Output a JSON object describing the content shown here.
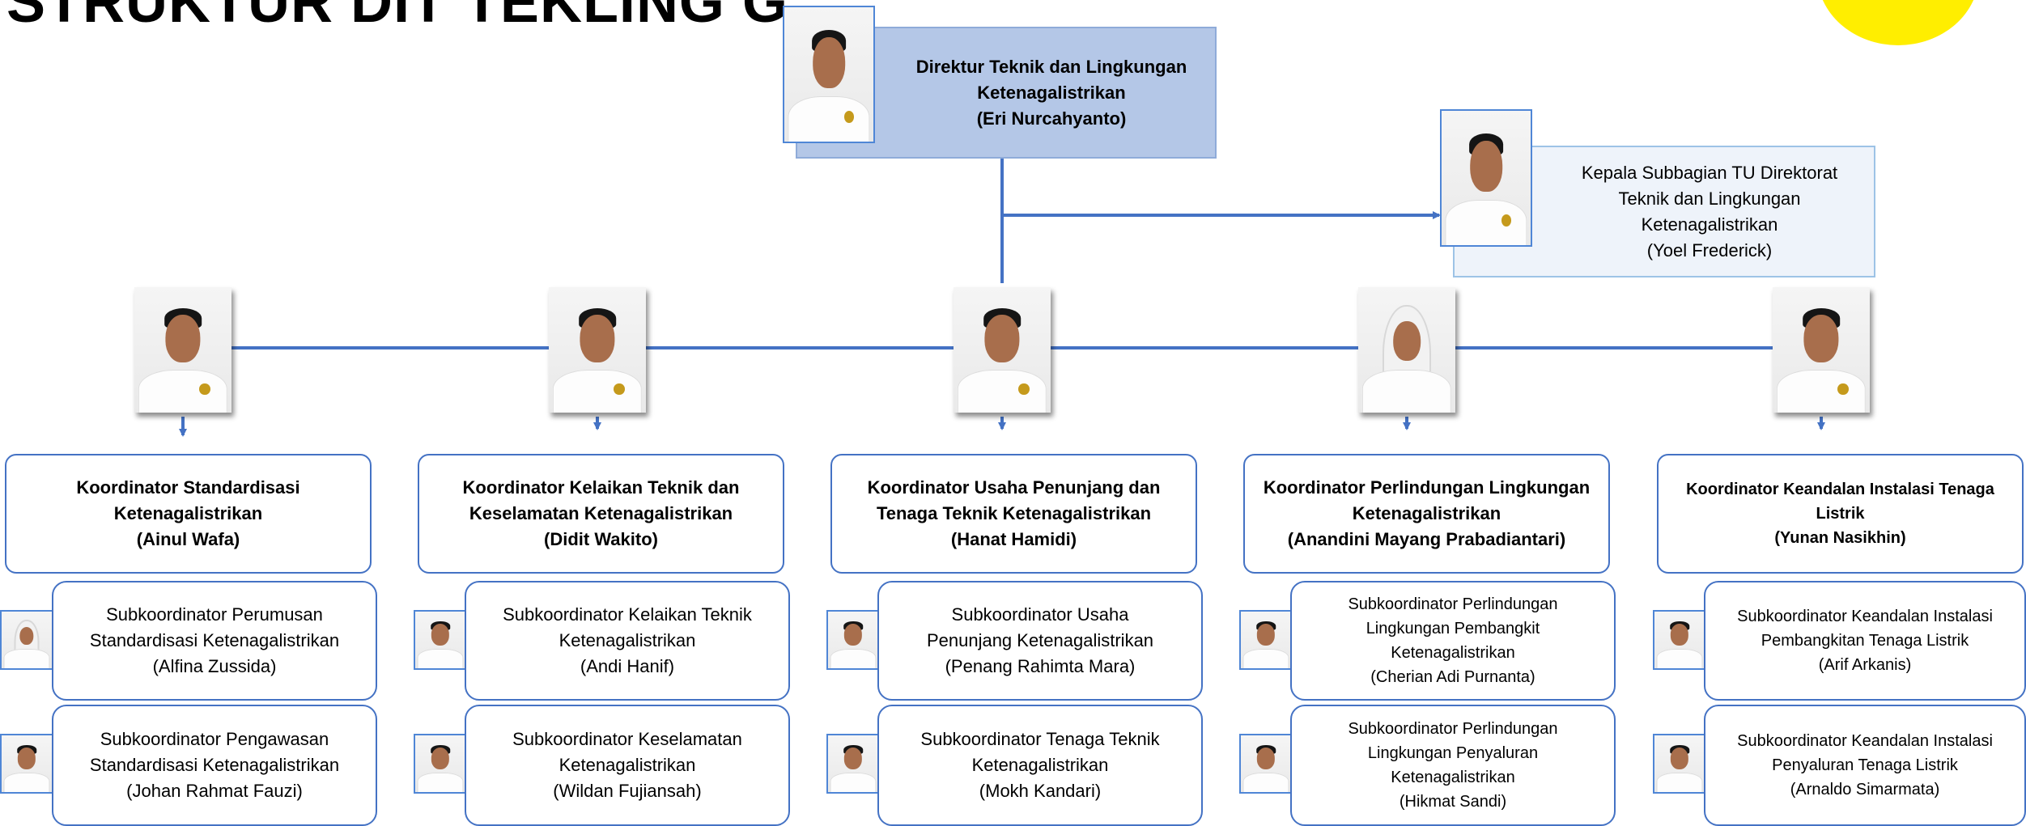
{
  "page": {
    "title": "STRUKTUR DIT TEKLING GATRIK"
  },
  "director": {
    "role": "Direktur Teknik dan Lingkungan Ketenagalistrikan",
    "line1": "Direktur Teknik dan Lingkungan",
    "line2": "Ketenagalistrikan",
    "name": "(Eri Nurcahyanto)"
  },
  "kasubbag": {
    "line1": "Kepala Subbagian TU Direktorat",
    "line2": "Teknik dan Lingkungan",
    "line3": "Ketenagalistrikan",
    "name": "(Yoel Frederick)"
  },
  "koordinators": [
    {
      "line1": "Koordinator Standardisasi",
      "line2": "Ketenagalistrikan",
      "name": "(Ainul Wafa)"
    },
    {
      "line1": "Koordinator Kelaikan Teknik dan",
      "line2": "Keselamatan Ketenagalistrikan",
      "name": "(Didit Wakito)"
    },
    {
      "line1": "Koordinator Usaha Penunjang dan",
      "line2": "Tenaga Teknik Ketenagalistrikan",
      "name": "(Hanat Hamidi)"
    },
    {
      "line1": "Koordinator Perlindungan Lingkungan",
      "line2": "Ketenagalistrikan",
      "name": "(Anandini Mayang Prabadiantari)"
    },
    {
      "line1": "Koordinator Keandalan Instalasi Tenaga",
      "line2": "Listrik",
      "name": "(Yunan Nasikhin)"
    }
  ],
  "subkoordinators": [
    [
      {
        "lines": [
          "Subkoordinator Perumusan",
          "Standardisasi Ketenagalistrikan"
        ],
        "name": "(Alfina Zussida)"
      },
      {
        "lines": [
          "Subkoordinator Pengawasan",
          "Standardisasi Ketenagalistrikan"
        ],
        "name": "(Johan Rahmat Fauzi)"
      }
    ],
    [
      {
        "lines": [
          "Subkoordinator Kelaikan Teknik",
          "Ketenagalistrikan"
        ],
        "name": "(Andi Hanif)"
      },
      {
        "lines": [
          "Subkoordinator Keselamatan",
          "Ketenagalistrikan"
        ],
        "name": "(Wildan Fujiansah)"
      }
    ],
    [
      {
        "lines": [
          "Subkoordinator Usaha",
          "Penunjang Ketenagalistrikan"
        ],
        "name": "(Penang Rahimta Mara)"
      },
      {
        "lines": [
          "Subkoordinator Tenaga Teknik",
          "Ketenagalistrikan"
        ],
        "name": "(Mokh Kandari)"
      }
    ],
    [
      {
        "lines": [
          "Subkoordinator Perlindungan",
          "Lingkungan Pembangkit",
          "Ketenagalistrikan"
        ],
        "name": "(Cherian Adi Purnanta)"
      },
      {
        "lines": [
          "Subkoordinator Perlindungan",
          "Lingkungan Penyaluran",
          "Ketenagalistrikan"
        ],
        "name": "(Hikmat Sandi)"
      }
    ],
    [
      {
        "lines": [
          "Subkoordinator Keandalan Instalasi",
          "Pembangkitan Tenaga Listrik"
        ],
        "name": "(Arif Arkanis)"
      },
      {
        "lines": [
          "Subkoordinator Keandalan Instalasi",
          "Penyaluran Tenaga Listrik"
        ],
        "name": "(Arnaldo Simarmata)"
      }
    ]
  ],
  "colors": {
    "connector": "#4472c4",
    "director_fill": "#b4c7e7",
    "kasubbag_fill": "#eef3fa",
    "box_border": "#4472c4",
    "accent_circle": "#ffee00"
  }
}
